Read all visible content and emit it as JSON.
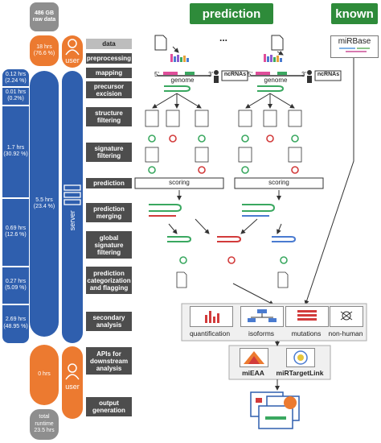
{
  "timeline": {
    "raw_data": "486 GB raw data",
    "orange_top": "18 hrs (76.6 %)",
    "orange_bottom": "0 hrs",
    "server_total": "5.5 hrs (23.4 %)",
    "total_runtime": "total runtime 23.5 hrs",
    "segments": [
      {
        "hrs": "0.12 hrs",
        "pct": "(2.24 %)"
      },
      {
        "hrs": "0.01 hrs",
        "pct": "(0.2%)"
      },
      {
        "hrs": "1.7 hrs",
        "pct": "(30.92 %)"
      },
      {
        "hrs": "0.69 hrs",
        "pct": "(12.6 %)"
      },
      {
        "hrs": "0.27 hrs",
        "pct": "(5.09 %)"
      },
      {
        "hrs": "2.69 hrs",
        "pct": "(48.95 %)"
      }
    ]
  },
  "actors": {
    "user_top": "user",
    "server": "server",
    "user_bottom": "user"
  },
  "steps": [
    "data",
    "preprocessing",
    "mapping",
    "precursor excision",
    "structure filtering",
    "signature filtering",
    "prediction",
    "prediction merging",
    "global signature filtering",
    "prediction categorization and flagging",
    "secondary analysis",
    "APIs for downstream analysis",
    "output generation"
  ],
  "headers": {
    "prediction": "prediction",
    "known": "known"
  },
  "mirbase": "miRBase",
  "ellipsis": "...",
  "genome": "genome",
  "five_prime": "5'",
  "three_prime": "3'",
  "ncrnas": "ncRNAs",
  "scoring": "scoring",
  "analysis_panels": [
    "quantification",
    "isoforms",
    "mutations",
    "non-human"
  ],
  "tools": [
    "miEAA",
    "miRTargetLink"
  ],
  "colors": {
    "orange": "#ec7a30",
    "blue": "#2f5fae",
    "green": "#2e8b3a",
    "step": "#4d4d4d"
  }
}
